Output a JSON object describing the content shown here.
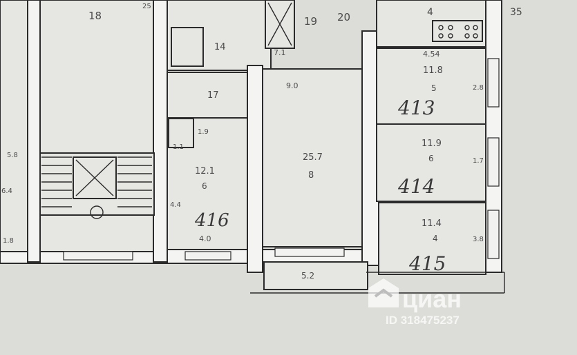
{
  "rooms": [
    {
      "id": "413",
      "area": "11.8",
      "height": "5"
    },
    {
      "id": "414",
      "area": "11.9",
      "height": "6"
    },
    {
      "id": "415",
      "area": "11.4",
      "height": "4"
    },
    {
      "id": "416",
      "area": "12.1",
      "height": "6"
    }
  ],
  "labels": {
    "corridor_area": "25.7",
    "corridor_height": "8",
    "top_left_area": "18",
    "top_mid_a": "19",
    "top_mid_b": "20",
    "top_right_a": "35",
    "top_right_b": "4",
    "small_14": "14",
    "small_17": "17",
    "small_7_1": "7.1",
    "small_90": "9.0",
    "small_4_0": "4.0",
    "small_5_2": "5.2",
    "small_25": "25",
    "small_19": "1.9",
    "small_11": "1.1",
    "small_4_4": "4.4",
    "small_2_8": "2.8",
    "small_1_7": "1.7",
    "small_3_8": "3.8",
    "small_5_8": "5.8",
    "small_6_4": "6.4",
    "small_1_8": "1.8",
    "top_4_54": "4.54"
  },
  "watermark": {
    "brand": "циан",
    "id_text": "ID 318475237"
  }
}
